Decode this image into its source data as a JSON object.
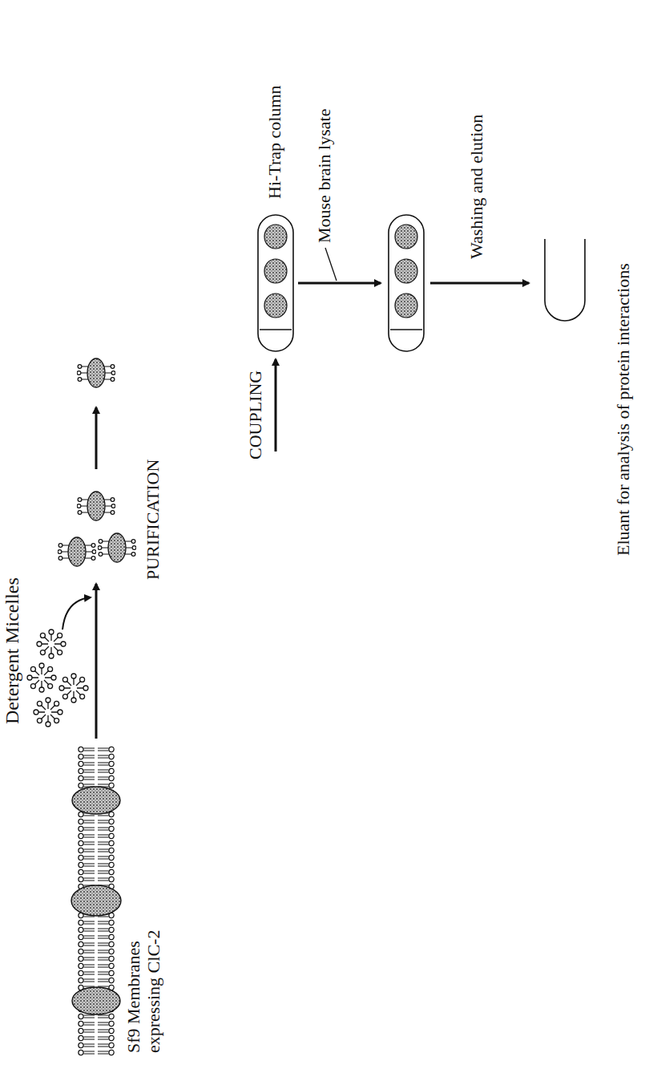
{
  "diagram": {
    "labels": [
      "Detergent Micelles",
      "Sf9 Membranes expressing ClC-2",
      "PURIFICATION",
      "COUPLING",
      "Hi-Trap column",
      "Mouse brain lysate",
      "Washing and elution",
      "Eluant for analysis of protein interactions"
    ]
  }
}
